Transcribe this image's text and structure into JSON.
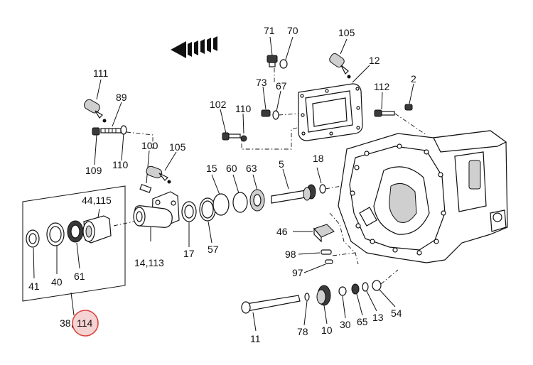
{
  "diagram": {
    "labels": {
      "l71": "71",
      "l70": "70",
      "l105a": "105",
      "l12": "12",
      "l111": "111",
      "l89": "89",
      "l73": "73",
      "l67": "67",
      "l112": "112",
      "l2": "2",
      "l102": "102",
      "l110a": "110",
      "l109": "109",
      "l110b": "110",
      "l100": "100",
      "l105b": "105",
      "l15": "15",
      "l60": "60",
      "l63": "63",
      "l5": "5",
      "l18": "18",
      "l44": "44,115",
      "l46": "46",
      "l98": "98",
      "l97": "97",
      "l41": "41",
      "l40": "40",
      "l61": "61",
      "l14": "14,113",
      "l17": "17",
      "l57": "57",
      "l38": "38,",
      "l114": "114",
      "l11": "11",
      "l78": "78",
      "l10": "10",
      "l30": "30",
      "l65": "65",
      "l13": "13",
      "l54": "54"
    },
    "highlight_color": "#d9453f"
  }
}
